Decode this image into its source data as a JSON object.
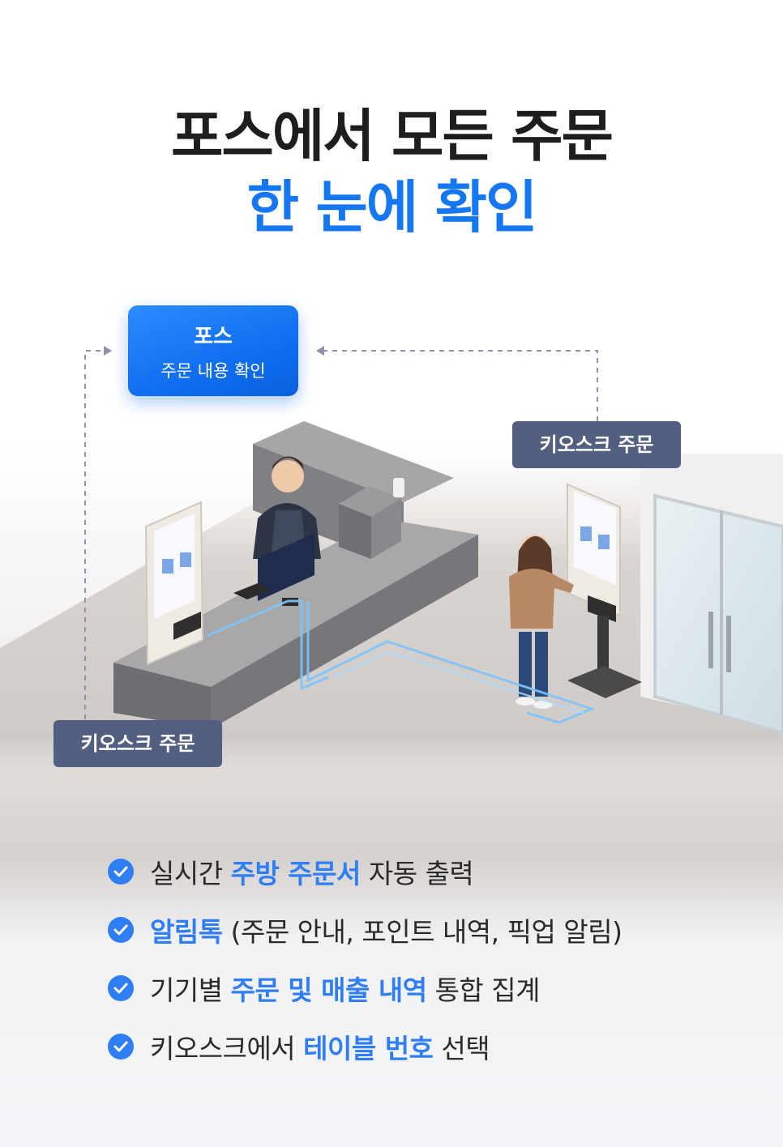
{
  "headline": {
    "line1": "포스에서 모든 주문",
    "line2": "한 눈에 확인"
  },
  "pos_card": {
    "title": "포스",
    "subtitle": "주문 내용 확인"
  },
  "tags": {
    "kiosk_right": "키오스크 주문",
    "kiosk_left": "키오스크 주문"
  },
  "colors": {
    "accent": "#1677f2",
    "tag_bg": "#525f80",
    "check": "#2f7ef5",
    "dashed_line": "#8a94a6"
  },
  "features": [
    {
      "pre": "실시간 ",
      "highlight": "주방 주문서",
      "post": " 자동 출력"
    },
    {
      "pre": "",
      "highlight": "알림톡",
      "post": " (주문 안내, 포인트 내역, 픽업 알림)"
    },
    {
      "pre": "기기별 ",
      "highlight": "주문 및 매출 내역",
      "post": " 통합 집계"
    },
    {
      "pre": "키오스크에서 ",
      "highlight": "테이블 번호",
      "post": " 선택"
    }
  ],
  "icons": {
    "check": "check-circle-icon",
    "arrow": "arrow-right-icon"
  }
}
